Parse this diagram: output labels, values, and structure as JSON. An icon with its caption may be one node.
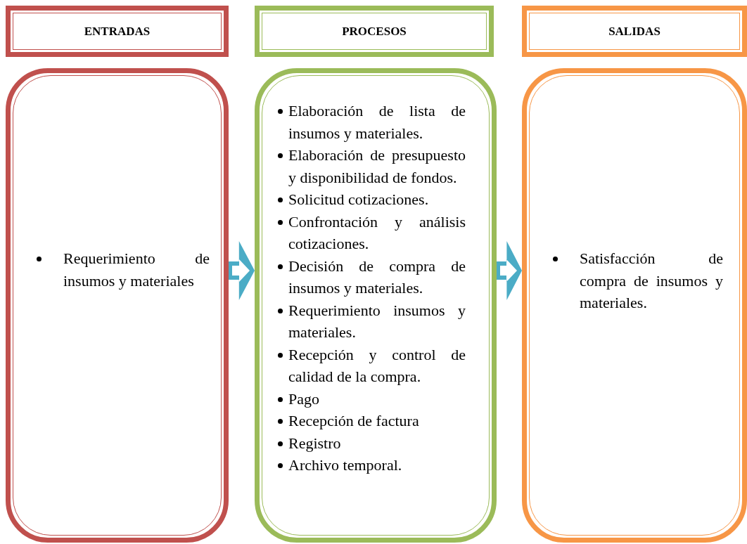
{
  "diagram": {
    "nodes": [
      {
        "text": [
          "ENTRADAS"
        ]
      },
      {
        "text": [
          "PROCESOS"
        ]
      },
      {
        "text": [
          "SALIDAS"
        ]
      },
      {
        "text": [
          "Requerimiento de insumos y materiales"
        ]
      },
      {
        "text": [
          "Elaboración de lista de insumos y materiales.",
          "Elaboración de presupuesto y disponibilidad de fondos.",
          "Solicitud cotizaciones.",
          "Confrontación y análisis cotizaciones.",
          "Decisión de compra de insumos y materiales.",
          "Requerimiento insumos y materiales.",
          "Recepción y control de calidad de la compra.",
          "Pago",
          "Recepción de factura",
          "Registro",
          "Archivo temporal."
        ]
      },
      {
        "text": [
          "Satisfacción de compra de insumos y materiales."
        ]
      }
    ],
    "edges": [
      {
        "from": 3,
        "to": 4,
        "arrow": "to"
      },
      {
        "from": 4,
        "to": 5,
        "arrow": "to"
      }
    ]
  }
}
